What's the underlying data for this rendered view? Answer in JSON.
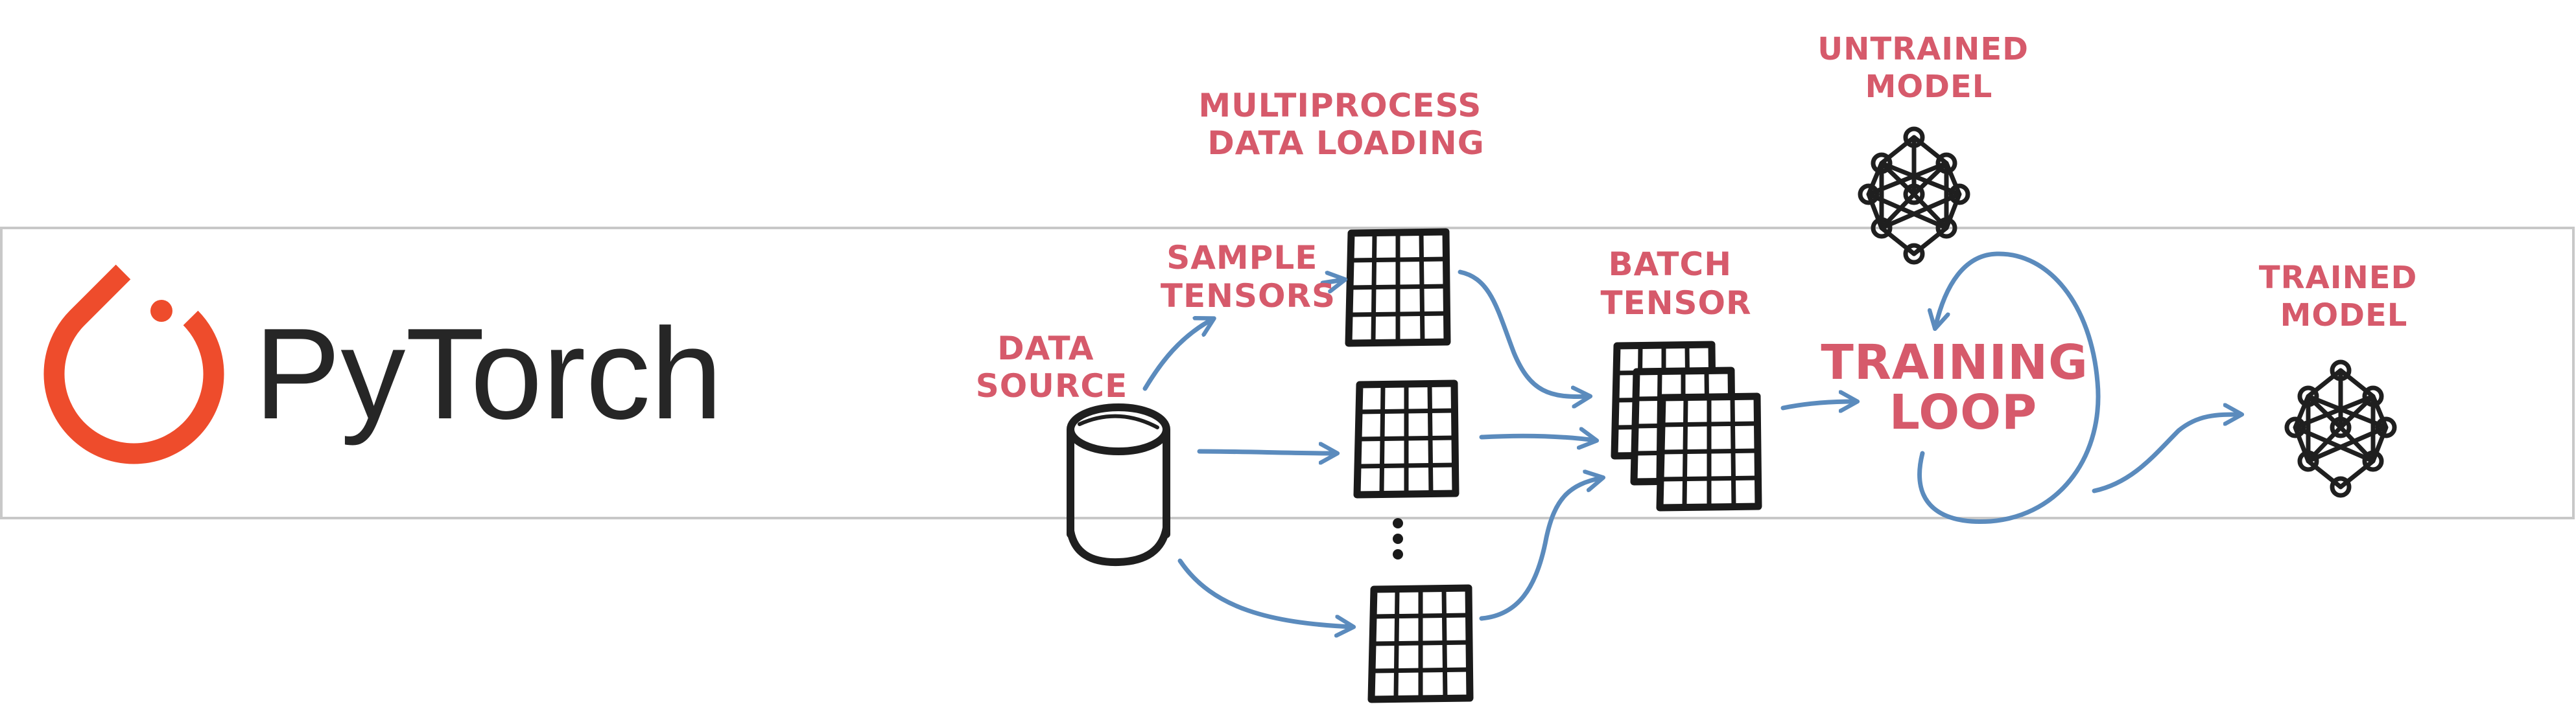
{
  "brand": {
    "name": "PyTorch",
    "accent": "#ee4c2c"
  },
  "label_color": "#d65a6b",
  "arrow_color": "#5b8bbd",
  "labels": {
    "multiprocess": [
      "MULTIPROCESS",
      "DATA LOADING"
    ],
    "untrained": [
      "UNTRAINED",
      "MODEL"
    ],
    "sample_tensors": [
      "SAMPLE",
      "TENSORS"
    ],
    "batch_tensor": [
      "BATCH",
      "TENSOR"
    ],
    "trained": [
      "TRAINED",
      "MODEL"
    ],
    "data_source": [
      "DATA",
      "SOURCE"
    ],
    "training_loop": [
      "TRAINING",
      "LOOP"
    ]
  },
  "icons": [
    "pytorch-logo-icon",
    "database-icon",
    "tensor-grid-icon",
    "neural-network-icon",
    "loop-arrow-icon"
  ]
}
